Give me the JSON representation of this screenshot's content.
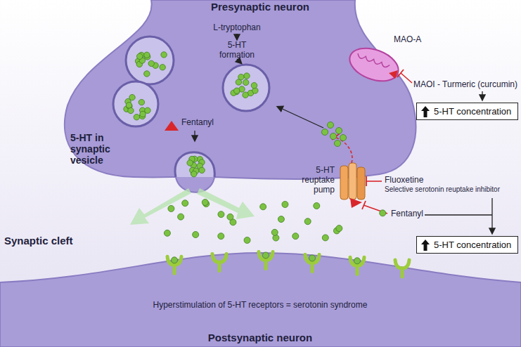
{
  "diagram": {
    "nodes": [
      {
        "text": [
          "5-HT concentration"
        ]
      },
      {
        "text": [
          "5-HT concentration"
        ]
      }
    ],
    "labels": [
      "Presynaptic neuron",
      "L-tryptophan",
      "5-HT formation",
      "MAO-A",
      "MAOI - Turmeric (curcumin)",
      "5-HT in synaptic vesicle",
      "Fentanyl",
      "5-HT reuptake pump",
      "Fluoxetine",
      "Selective serotonin reuptake inhibitor",
      "Fentanyl",
      "Synaptic cleft",
      "Hyperstimulation of 5-HT receptors = serotonin syndrome",
      "Postsynaptic neuron"
    ]
  }
}
